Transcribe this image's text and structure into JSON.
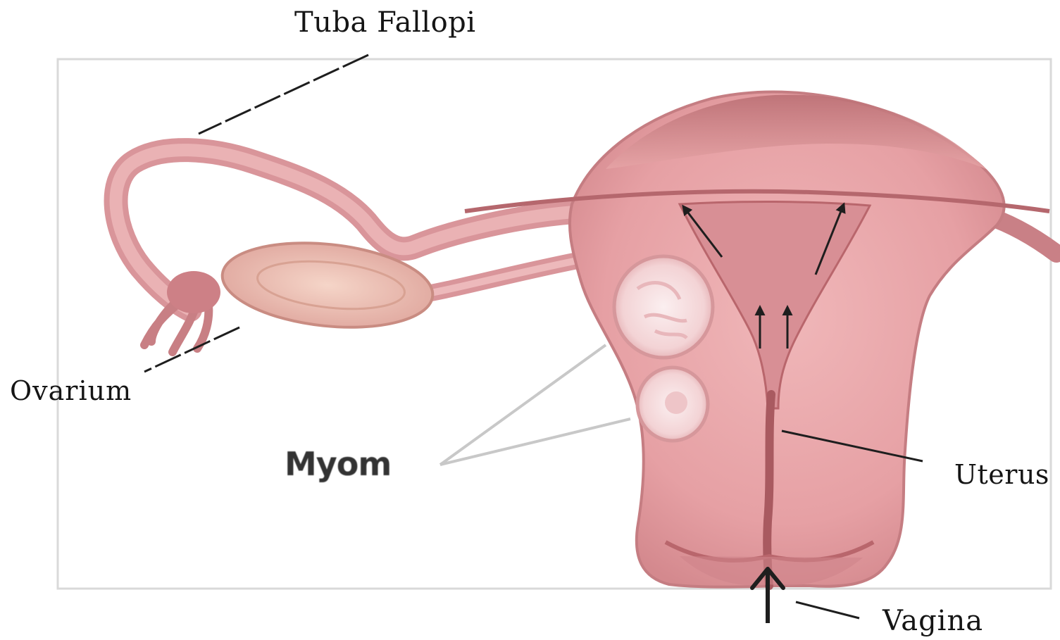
{
  "labels": {
    "tuba_fallopi": "Tuba Fallopi",
    "ovarium": "Ovarium",
    "myom": "Myom",
    "uterus": "Uterus",
    "vagina": "Vagina"
  },
  "colors": {
    "tissue": "#e8a3a6",
    "tissue_dark": "#c9777c",
    "tissue_light": "#f2c4c4",
    "cavity": "#d98d92",
    "ovary": "#edc3b5",
    "myoma": "#f7e2e4",
    "frame": "#dcdcdc",
    "leader": "#1e1e1e"
  }
}
